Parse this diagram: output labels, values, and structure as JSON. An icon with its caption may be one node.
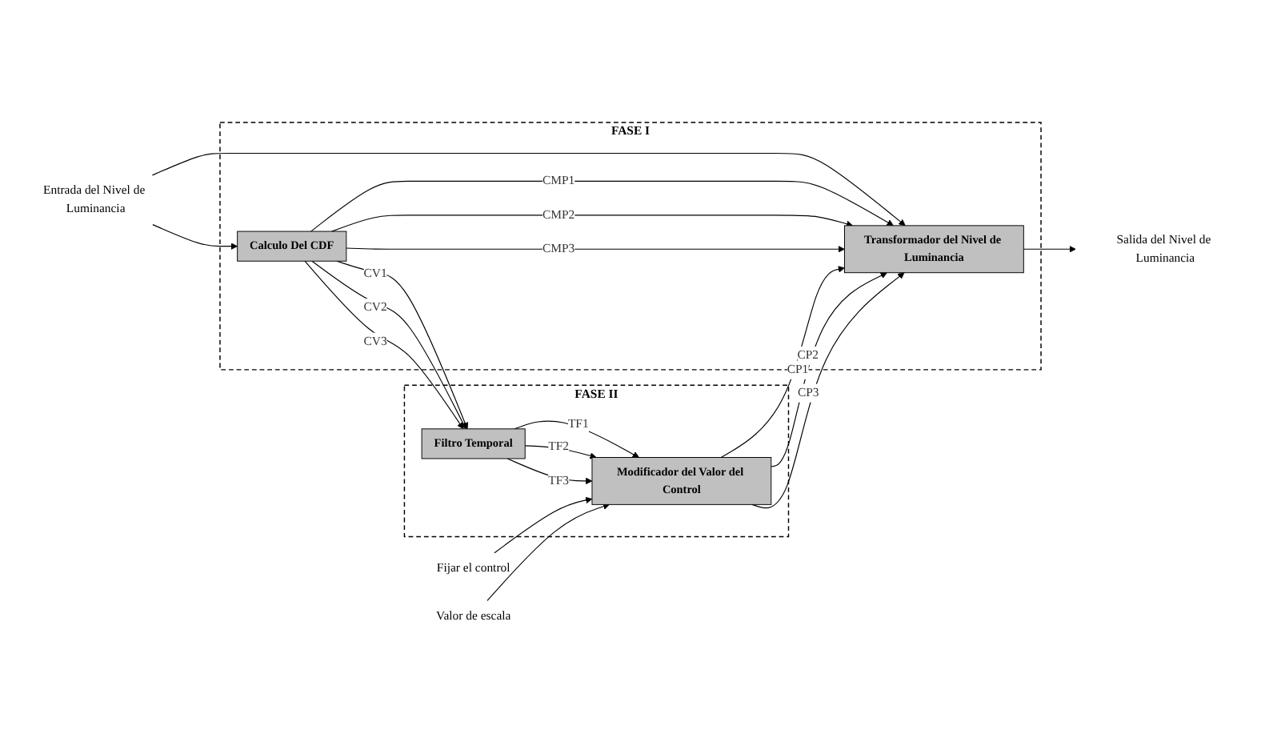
{
  "diagram": {
    "nodes": [
      {
        "text": [
          "FASE I"
        ]
      },
      {
        "text": [
          "Calculo Del CDF"
        ],
        "in": 0
      },
      {
        "text": [
          "Transformador del Nivel de Luminancia"
        ],
        "in": 0
      },
      {
        "text": [
          "FASE II"
        ]
      },
      {
        "text": [
          "Filtro Temporal"
        ],
        "in": 3
      },
      {
        "text": [
          "Modificador del Valor del Control"
        ],
        "in": 3
      },
      {
        "text": [
          "Entrada del Nivel de Luminancia"
        ]
      },
      {
        "text": [
          "Salida del Nivel de Luminancia"
        ]
      },
      {
        "text": [
          "Fijar el control"
        ]
      },
      {
        "text": [
          "Valor de escala"
        ]
      }
    ],
    "edges": [
      {
        "from": 6,
        "to": 1,
        "arrow": "to"
      },
      {
        "from": 6,
        "to": 2,
        "arrow": "to"
      },
      {
        "from": 1,
        "to": 2,
        "label": "CMP1",
        "arrow": "to"
      },
      {
        "from": 1,
        "to": 2,
        "label": "CMP2",
        "arrow": "to"
      },
      {
        "from": 1,
        "to": 2,
        "label": "CMP3",
        "arrow": "to"
      },
      {
        "from": 2,
        "to": 7,
        "arrow": "to"
      },
      {
        "from": 1,
        "to": 4,
        "label": "CV1",
        "arrow": "to"
      },
      {
        "from": 1,
        "to": 4,
        "label": "CV2",
        "arrow": "to"
      },
      {
        "from": 1,
        "to": 4,
        "label": "CV3",
        "arrow": "to"
      },
      {
        "from": 4,
        "to": 5,
        "label": "TF1",
        "arrow": "to"
      },
      {
        "from": 4,
        "to": 5,
        "label": "TF2",
        "arrow": "to"
      },
      {
        "from": 4,
        "to": 5,
        "label": "TF3",
        "arrow": "to"
      },
      {
        "from": 5,
        "to": 2,
        "label": "CP1",
        "arrow": "to"
      },
      {
        "from": 5,
        "to": 2,
        "label": "CP2",
        "arrow": "to"
      },
      {
        "from": 5,
        "to": 2,
        "label": "CP3",
        "arrow": "to"
      },
      {
        "from": 8,
        "to": 5,
        "arrow": "to"
      },
      {
        "from": 9,
        "to": 5,
        "arrow": "to"
      }
    ]
  }
}
